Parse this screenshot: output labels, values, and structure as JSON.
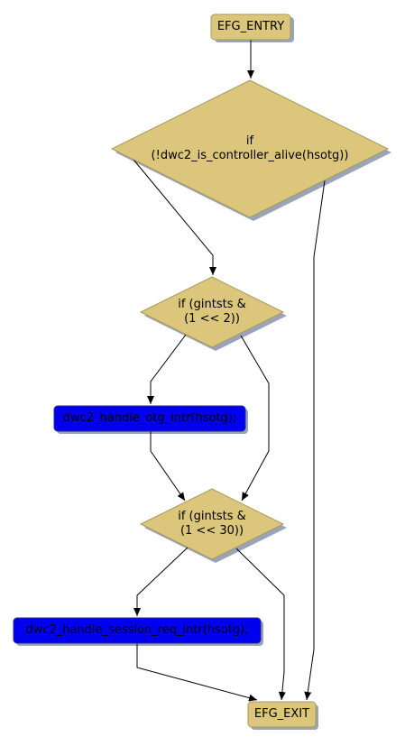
{
  "colors": {
    "terminal_fill": "#dbc67b",
    "terminal_stroke": "#a89a5a",
    "decision_fill": "#dbc67b",
    "decision_stroke": "#a89a5a",
    "process_fill": "#0000ee",
    "process_stroke": "#2a2a8a",
    "shadow": "#9aa4b8",
    "edge": "#000000"
  },
  "nodes": {
    "entry": {
      "text": "EFG_ENTRY"
    },
    "decision_alive": {
      "line1": "if",
      "line2": "(!dwc2_is_controller_alive(hsotg))"
    },
    "decision_otg": {
      "line1": "if (gintsts &",
      "line2": "(1 << 2))"
    },
    "process_otg": {
      "text": "dwc2_handle_otg_intr(hsotg);"
    },
    "decision_session": {
      "line1": "if (gintsts &",
      "line2": "(1 << 30))"
    },
    "process_session": {
      "text": "dwc2_handle_session_req_intr(hsotg);"
    },
    "exit": {
      "text": "EFG_EXIT"
    }
  }
}
